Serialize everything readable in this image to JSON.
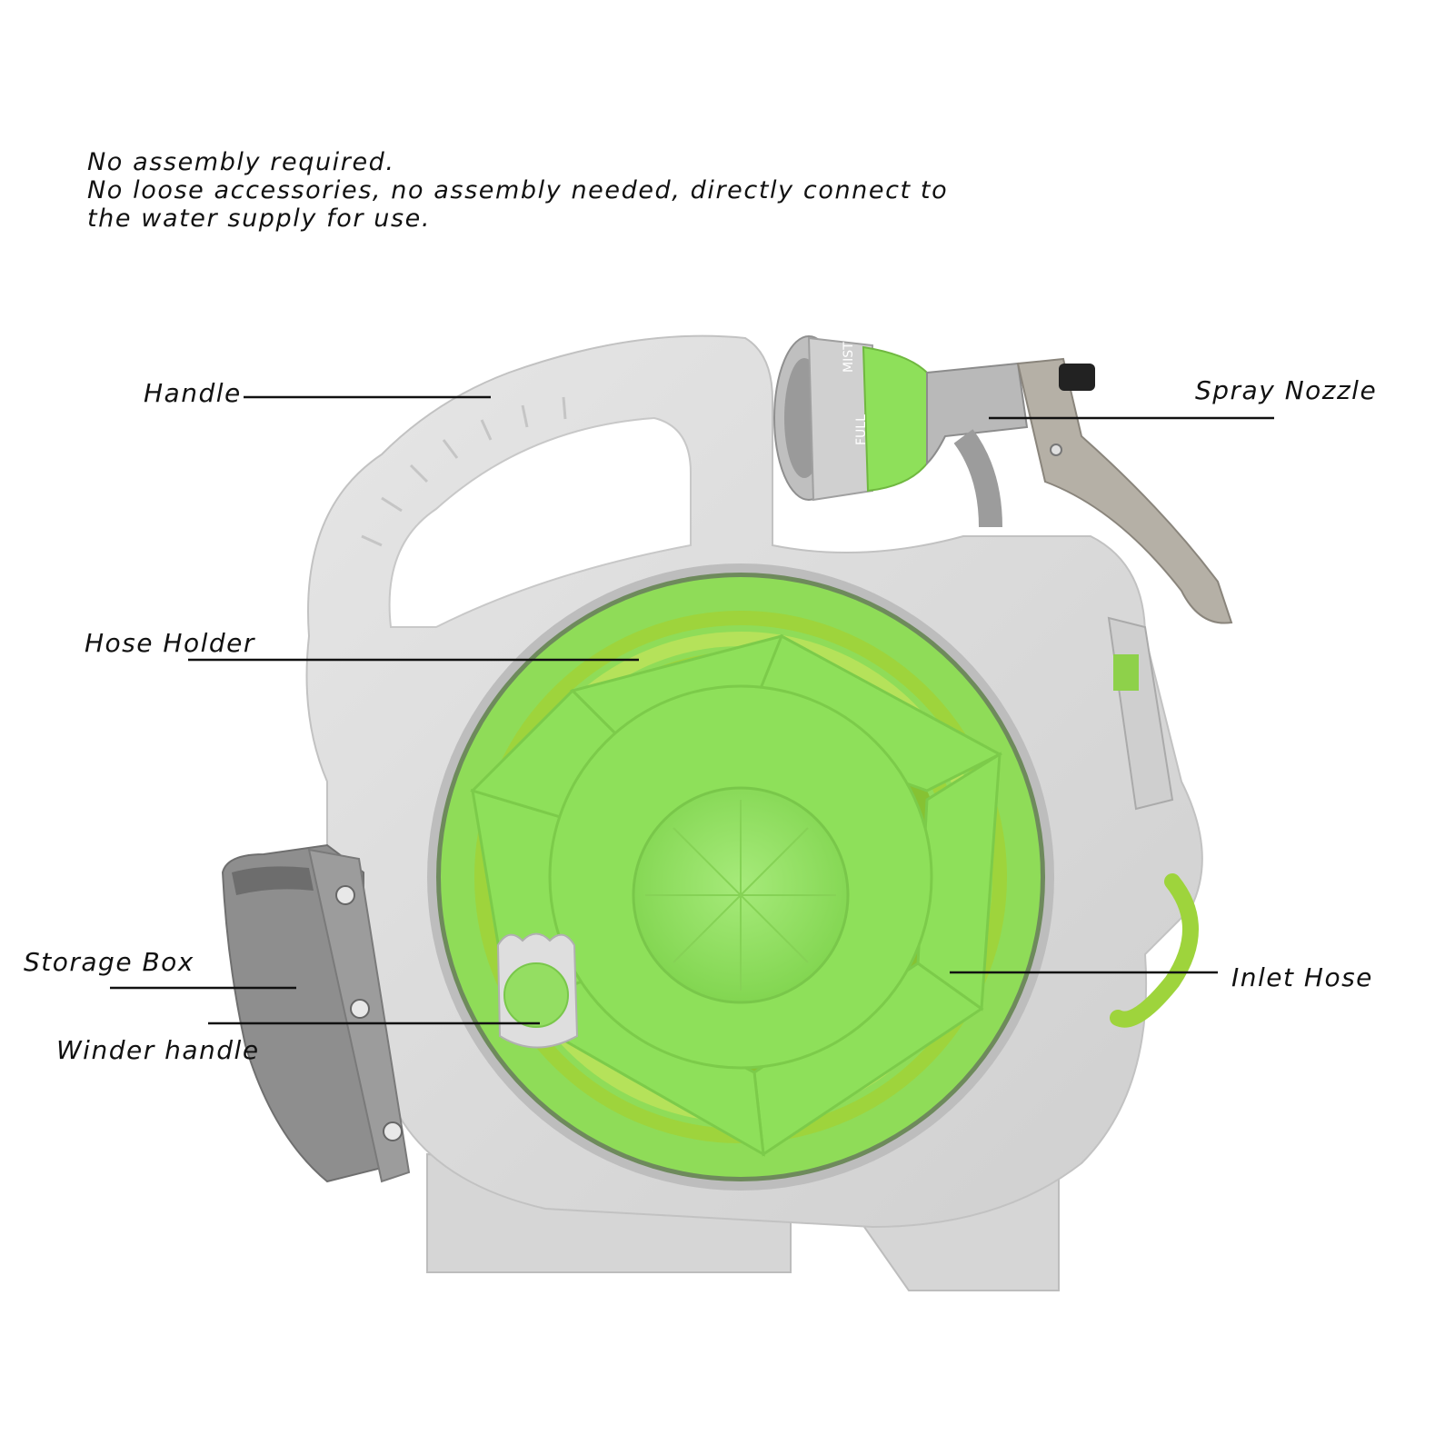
{
  "intro": {
    "line1": "No assembly required.",
    "line2": "No loose accessories, no assembly needed, directly connect to",
    "line3": "the water supply for use."
  },
  "labels": {
    "handle": "Handle",
    "spray_nozzle": "Spray Nozzle",
    "hose_holder": "Hose Holder",
    "storage_box": "Storage Box",
    "winder_handle": "Winder handle",
    "inlet_hose": "Inlet Hose"
  },
  "nozzle_marks": {
    "mist": "MIST",
    "full": "FULL"
  },
  "colors": {
    "body_gray": "#dcdcdc",
    "dark_gray": "#8a8a8a",
    "green": "#8ee05a",
    "hose_green": "#9ed43c"
  }
}
